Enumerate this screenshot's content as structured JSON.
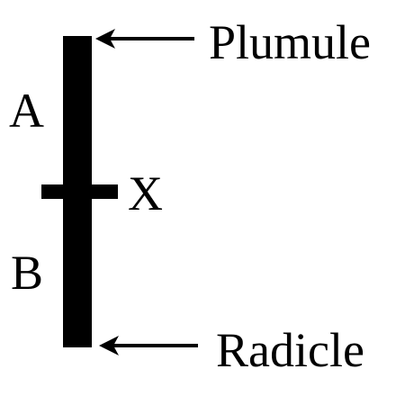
{
  "labels": {
    "top_arrow": "Plumule",
    "bottom_arrow": "Radicle",
    "upper_region": "A",
    "lower_region": "B",
    "crossbar": "X"
  },
  "colors": {
    "ink": "#000000",
    "background": "#ffffff"
  }
}
